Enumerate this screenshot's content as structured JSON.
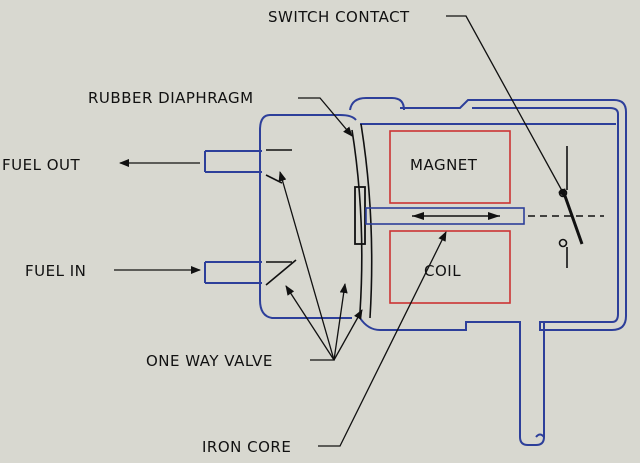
{
  "labels": {
    "switch_contact": "SWITCH CONTACT",
    "rubber_diaphragm": "RUBBER DIAPHRAGM",
    "fuel_out": "FUEL OUT",
    "fuel_in": "FUEL IN",
    "magnet": "MAGNET",
    "coil": "COIL",
    "one_way_valve": "ONE WAY VALVE",
    "iron_core": "IRON CORE"
  },
  "colors": {
    "background": "#d8d8d0",
    "housing": "#2d3f9a",
    "magnet_coil_outline": "#cc3333",
    "text": "#111111"
  }
}
